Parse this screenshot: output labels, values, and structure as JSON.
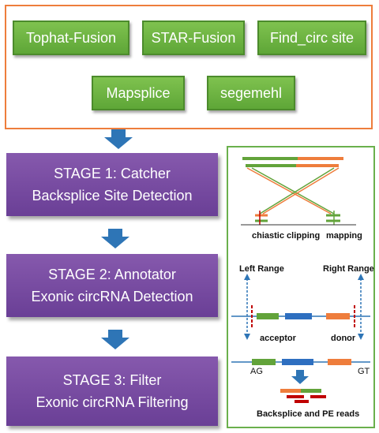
{
  "tools": [
    "Tophat-Fusion",
    "STAR-Fusion",
    "Find_circ site",
    "Mapsplice",
    "segemehl"
  ],
  "stages": [
    {
      "line1": "STAGE 1: Catcher",
      "line2": "Backsplice Site Detection"
    },
    {
      "line1": "STAGE 2: Annotator",
      "line2": "Exonic circRNA Detection"
    },
    {
      "line1": "STAGE 3: Filter",
      "line2": "Exonic circRNA Filtering"
    }
  ],
  "panel": {
    "clipping_label": "chiastic clipping",
    "mapping_label": "mapping",
    "left_range": "Left Range",
    "right_range": "Right Range",
    "acceptor": "acceptor",
    "donor": "donor",
    "ag": "AG",
    "gt": "GT",
    "backsplice_label": "Backsplice and PE reads"
  },
  "colors": {
    "tool_green": "#5ea637",
    "stage_purple": "#6a3f96",
    "arrow_blue": "#2e75b6",
    "orange": "#ee7d3c",
    "exon_green": "#62a33a",
    "exon_blue": "#2e6fc0",
    "red": "#c00000"
  }
}
